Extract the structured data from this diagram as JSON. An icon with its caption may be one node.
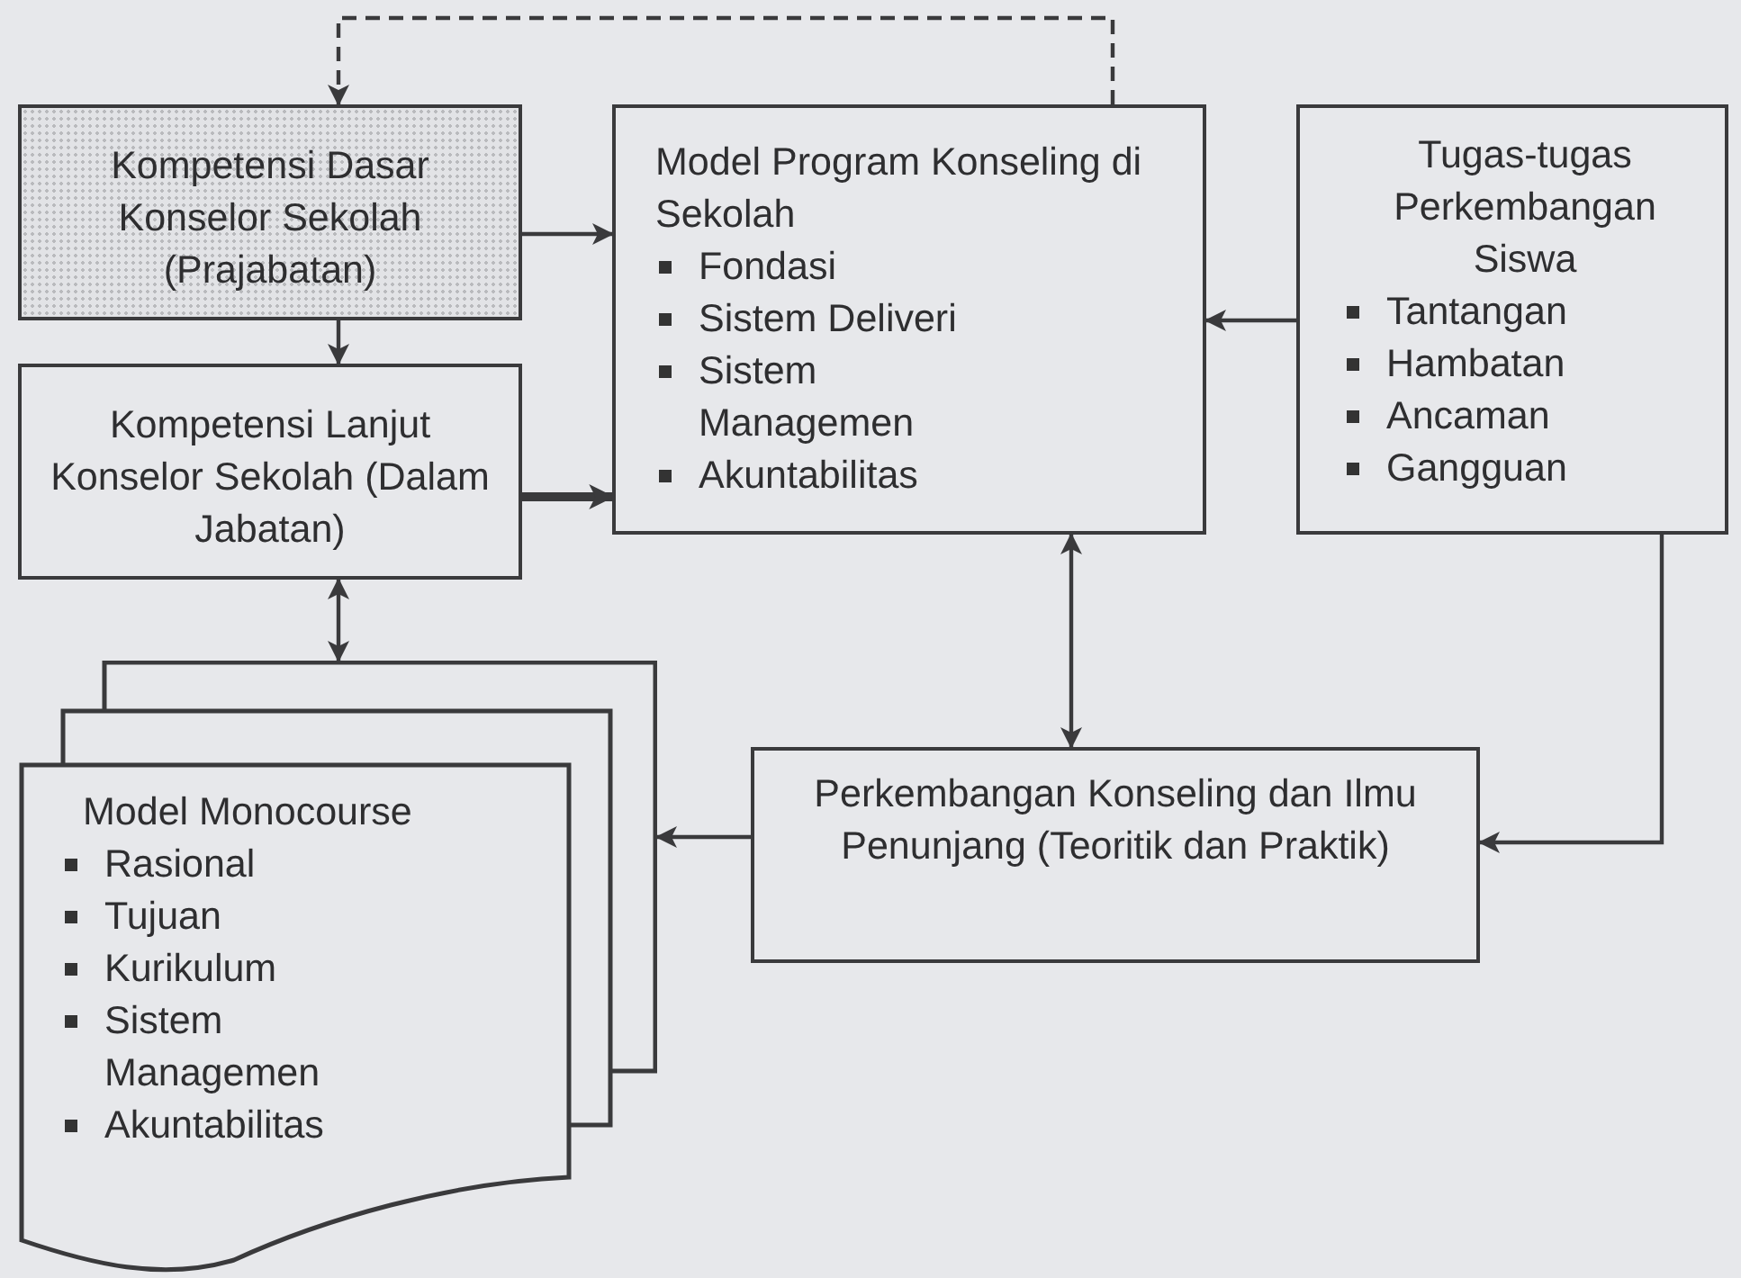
{
  "diagram": {
    "nodes": [
      {
        "text": [
          "Kompetensi Dasar Konselor Sekolah (Prajabatan)"
        ]
      },
      {
        "text": [
          "Kompetensi Lanjut Konselor Sekolah (Dalam Jabatan)"
        ]
      },
      {
        "text": [
          "Model Program Konseling di Sekolah",
          "Fondasi",
          "Sistem Deliveri",
          "Sistem Managemen",
          "Akuntabilitas"
        ]
      },
      {
        "text": [
          "Tugas-tugas Perkembangan Siswa",
          "Tantangan",
          "Hambatan",
          "Ancaman",
          "Gangguan"
        ]
      },
      {
        "text": [
          "Model Monocourse",
          "Rasional",
          "Tujuan",
          "Kurikulum",
          "Sistem Managemen",
          "Akuntabilitas"
        ]
      },
      {
        "text": [
          "Perkembangan Konseling dan Ilmu Penunjang (Teoritik dan Praktik)"
        ]
      }
    ],
    "edges": [
      {
        "from": 2,
        "to": 0,
        "arrow": "to",
        "style": "dashed"
      },
      {
        "from": 0,
        "to": 1,
        "arrow": "to"
      },
      {
        "from": 0,
        "to": 2,
        "arrow": "to"
      },
      {
        "from": 1,
        "to": 2,
        "arrow": "to",
        "style": "thick"
      },
      {
        "from": 3,
        "to": 2,
        "arrow": "to"
      },
      {
        "from": 1,
        "to": 4,
        "arrow": "both"
      },
      {
        "from": 2,
        "to": 5,
        "arrow": "both"
      },
      {
        "from": 3,
        "to": 5,
        "arrow": "to"
      },
      {
        "from": 5,
        "to": 4,
        "arrow": "to"
      }
    ]
  }
}
